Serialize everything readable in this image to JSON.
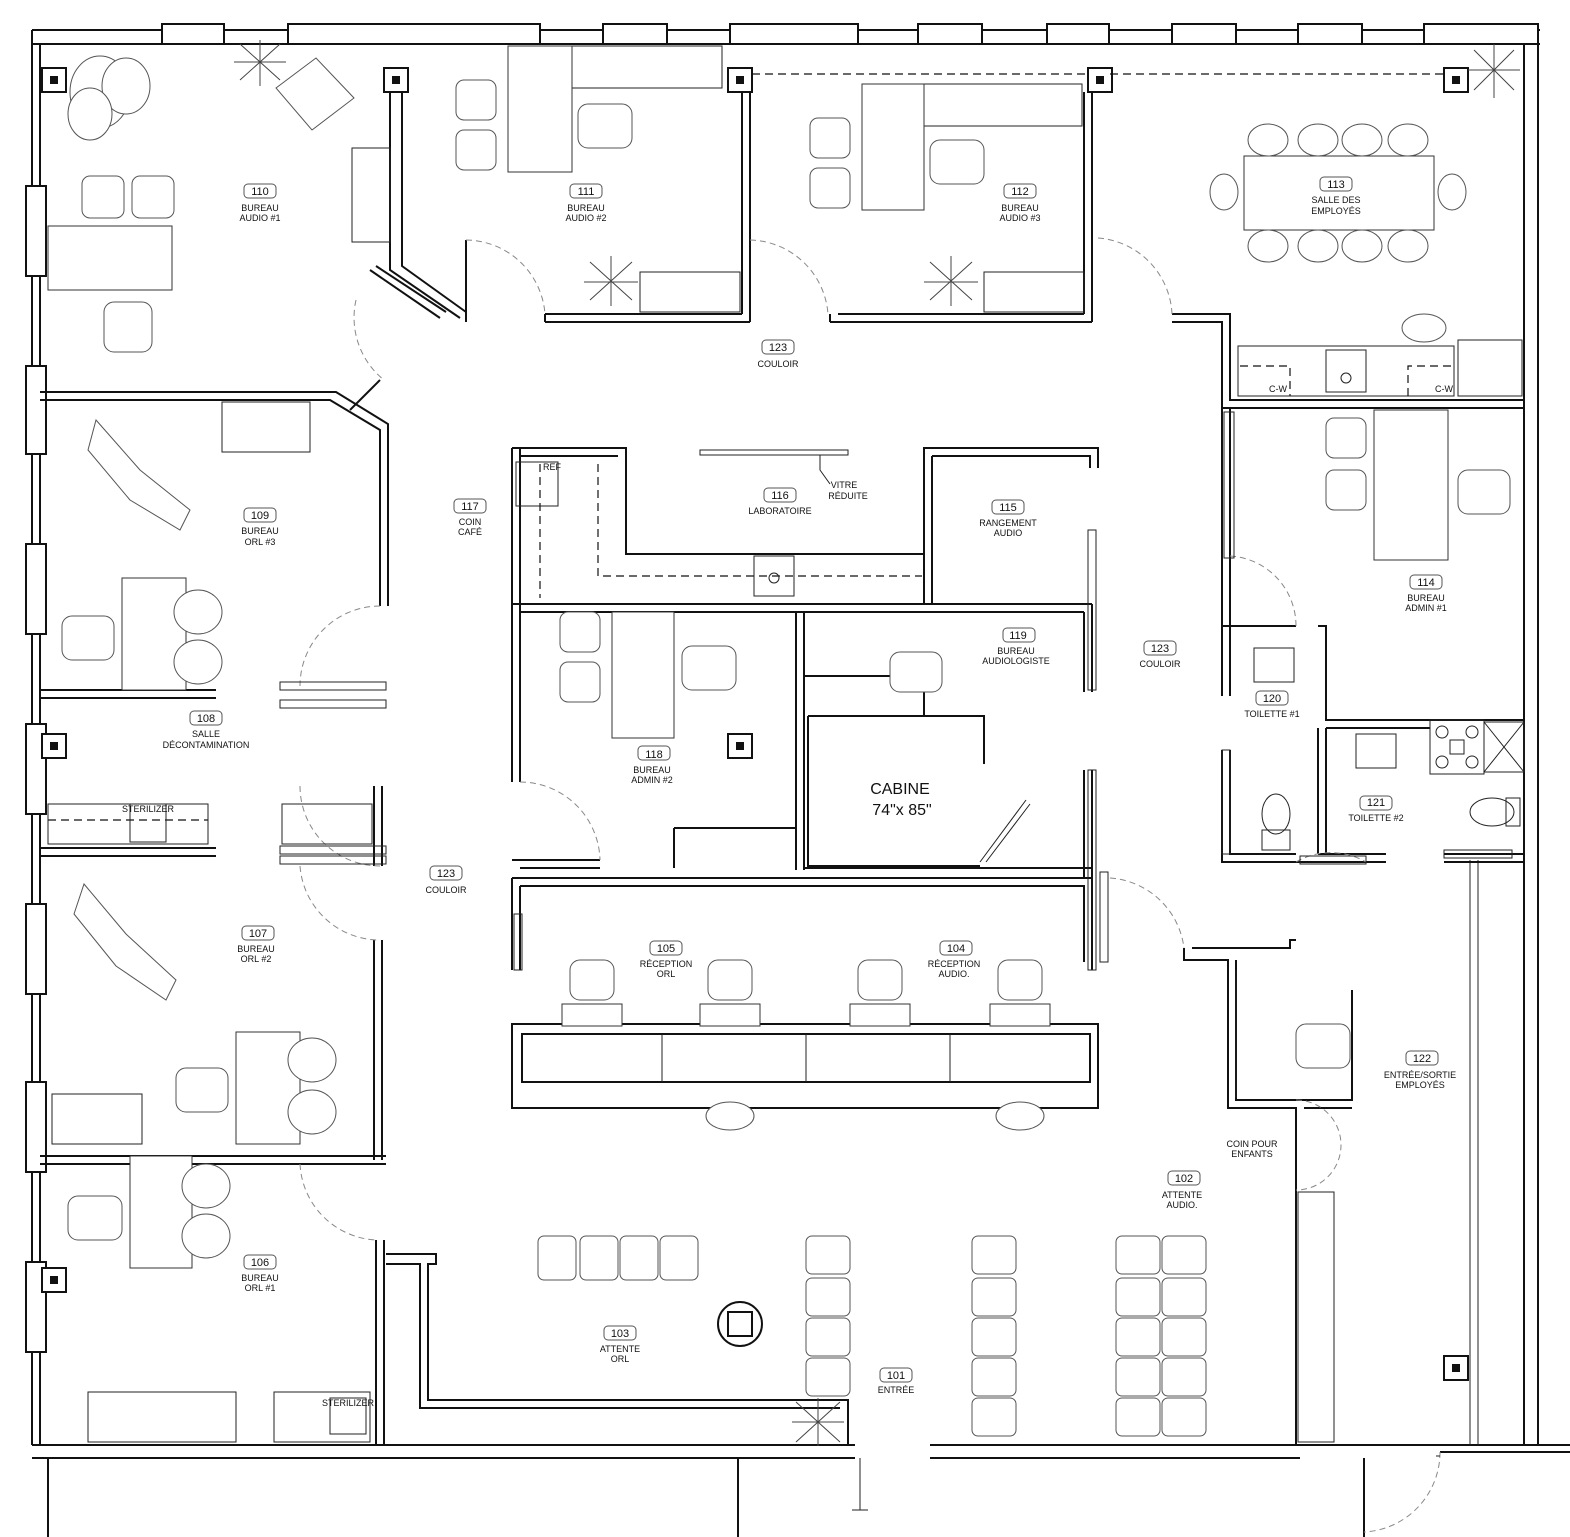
{
  "plan": {
    "rooms": [
      {
        "id": "r101",
        "number": "101",
        "name": [
          "ENTRÉE"
        ]
      },
      {
        "id": "r102",
        "number": "102",
        "name": [
          "ATTENTE",
          "AUDIO."
        ]
      },
      {
        "id": "r103",
        "number": "103",
        "name": [
          "ATTENTE",
          "ORL"
        ]
      },
      {
        "id": "r104",
        "number": "104",
        "name": [
          "RÉCEPTION",
          "AUDIO."
        ]
      },
      {
        "id": "r105",
        "number": "105",
        "name": [
          "RÉCEPTION",
          "ORL"
        ]
      },
      {
        "id": "r106",
        "number": "106",
        "name": [
          "BUREAU",
          "ORL #1"
        ]
      },
      {
        "id": "r107",
        "number": "107",
        "name": [
          "BUREAU",
          "ORL #2"
        ]
      },
      {
        "id": "r108",
        "number": "108",
        "name": [
          "SALLE",
          "DÉCONTAMINATION"
        ]
      },
      {
        "id": "r109",
        "number": "109",
        "name": [
          "BUREAU",
          "ORL #3"
        ]
      },
      {
        "id": "r110",
        "number": "110",
        "name": [
          "BUREAU",
          "AUDIO #1"
        ]
      },
      {
        "id": "r111",
        "number": "111",
        "name": [
          "BUREAU",
          "AUDIO #2"
        ]
      },
      {
        "id": "r112",
        "number": "112",
        "name": [
          "BUREAU",
          "AUDIO #3"
        ]
      },
      {
        "id": "r113",
        "number": "113",
        "name": [
          "SALLE DES",
          "EMPLOYÉS"
        ]
      },
      {
        "id": "r114",
        "number": "114",
        "name": [
          "BUREAU",
          "ADMIN #1"
        ]
      },
      {
        "id": "r115",
        "number": "115",
        "name": [
          "RANGEMENT",
          "AUDIO"
        ]
      },
      {
        "id": "r116",
        "number": "116",
        "name": [
          "LABORATOIRE"
        ]
      },
      {
        "id": "r117",
        "number": "117",
        "name": [
          "COIN",
          "CAFÉ"
        ]
      },
      {
        "id": "r118",
        "number": "118",
        "name": [
          "BUREAU",
          "ADMIN #2"
        ]
      },
      {
        "id": "r119",
        "number": "119",
        "name": [
          "BUREAU",
          "AUDIOLOGISTE"
        ]
      },
      {
        "id": "r120",
        "number": "120",
        "name": [
          "TOILETTE #1"
        ]
      },
      {
        "id": "r121",
        "number": "121",
        "name": [
          "TOILETTE #2"
        ]
      },
      {
        "id": "r122",
        "number": "122",
        "name": [
          "ENTRÉE/SORTIE",
          "EMPLOYÉS"
        ]
      },
      {
        "id": "r123a",
        "number": "123",
        "name": [
          "COULOIR"
        ]
      },
      {
        "id": "r123b",
        "number": "123",
        "name": [
          "COULOIR"
        ]
      },
      {
        "id": "r123c",
        "number": "123",
        "name": [
          "COULOIR"
        ]
      }
    ],
    "annotations": {
      "vitre": [
        "VITRE",
        "RÉDUITE"
      ],
      "coin_enfants": [
        "COIN POUR",
        "ENFANTS"
      ],
      "ref": "REF",
      "cw1": "C-W",
      "cw2": "C-W",
      "sterilizer1": "STERILIZER",
      "sterilizer2": "STERILIZER"
    },
    "cabine": {
      "title": "CABINE",
      "size": "74\"x 85\""
    }
  }
}
